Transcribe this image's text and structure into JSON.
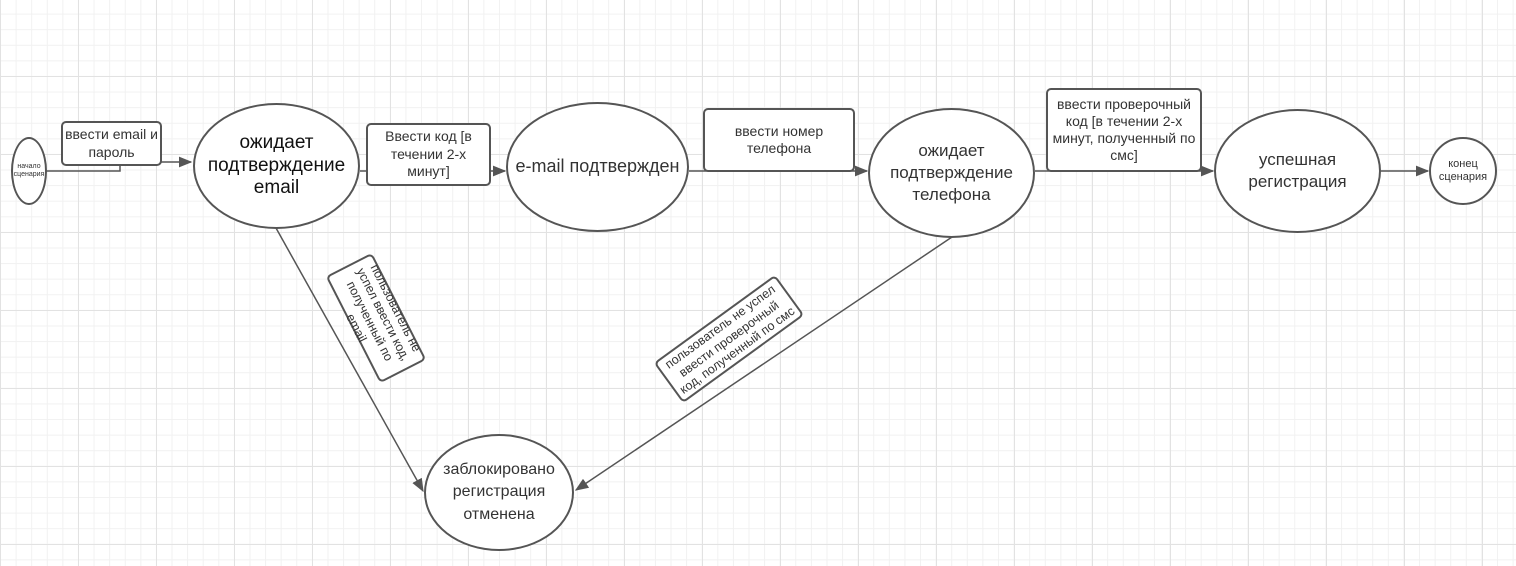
{
  "diagram": {
    "start": {
      "label": "начало сценария"
    },
    "end": {
      "label": "конец сценария"
    },
    "states": {
      "awaiting_email": "ожидает подтверждение email",
      "email_confirmed": "e-mail подтвержден",
      "awaiting_phone": "ожидает подтверждение телефона",
      "success": "успешная регистрация",
      "blocked": "заблокировано регистрация отменена"
    },
    "transitions": {
      "enter_email": "ввести email и пароль",
      "enter_code": "Ввести код [в течении 2-х минут]",
      "enter_phone": "ввести номер телефона",
      "enter_sms_code": "ввести проверочный код [в течении 2-х минут, полученный по смс]",
      "email_timeout": "пользователь не успел ввести код, полученный по email",
      "sms_timeout": "пользователь не успел ввести проверочный код, полученный по смс"
    },
    "colors": {
      "stroke": "#555555",
      "text": "#333333",
      "grid": "#e2e2e2"
    }
  }
}
